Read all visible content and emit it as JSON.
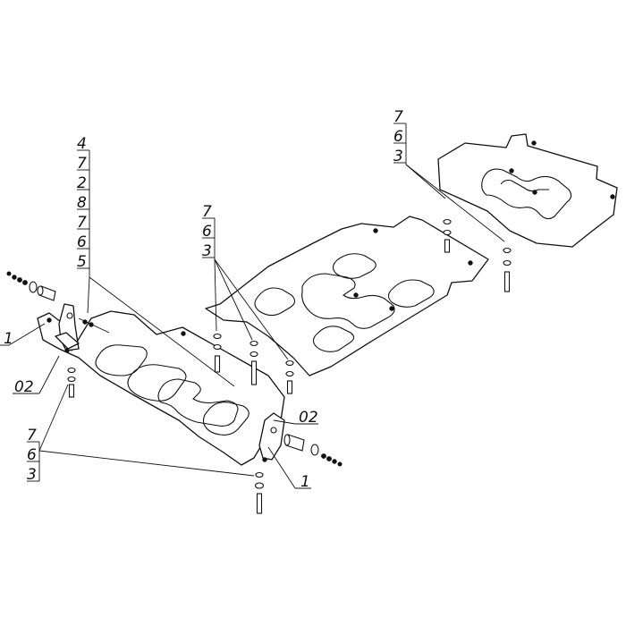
{
  "callouts": {
    "stack_top_left": [
      "4",
      "7",
      "2",
      "8",
      "7",
      "6",
      "5"
    ],
    "left_side": [
      "1",
      "02"
    ],
    "stack_bottom_left": [
      "7",
      "6",
      "3"
    ],
    "stack_middle": [
      "7",
      "6",
      "3"
    ],
    "stack_top_right": [
      "7",
      "6",
      "3"
    ],
    "right_side": [
      "02",
      "1"
    ]
  }
}
